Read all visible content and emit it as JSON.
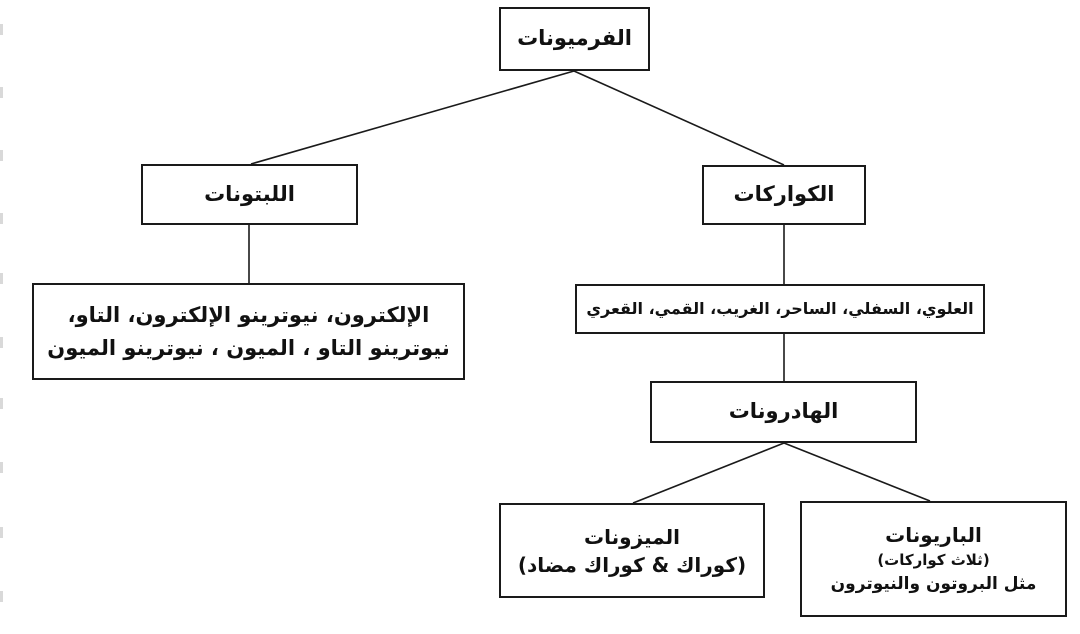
{
  "nodes": {
    "fermions": {
      "label": "الفرميونات"
    },
    "leptons": {
      "label": "اللبتونات"
    },
    "quarks": {
      "label": "الكواركات"
    },
    "lepton_list": {
      "line1": "الإلكترون، نيوترينو الإلكترون، التاو،",
      "line2": "نيوترينو التاو ، الميون ، نيوترينو الميون"
    },
    "quark_list": {
      "label": "العلوي، السفلي، الساحر، الغريب، القمي، القعري"
    },
    "hadrons": {
      "label": "الهادرونات"
    },
    "mesons": {
      "title": "الميزونات",
      "subtitle": "(كوراك & كوراك مضاد)"
    },
    "baryons": {
      "title": "الباريونات",
      "subtitle": "(ثلاث كواركات)",
      "example": "مثل البروتون والنيوترون"
    }
  },
  "colors": {
    "background": "#ffffff",
    "border": "#1a1a1a",
    "text": "#111111",
    "line": "#1a1a1a"
  }
}
